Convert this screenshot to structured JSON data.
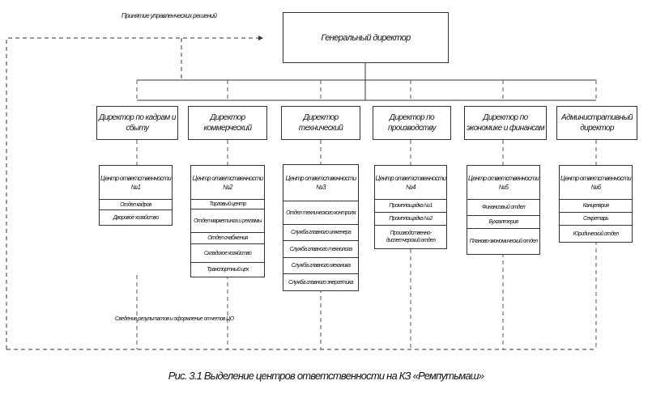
{
  "top_note": "Принятие управленческих решений",
  "general_director": "Генеральный директор",
  "directors": [
    "Директор по кадрам и сбыту",
    "Директор коммерческий",
    "Директор технический",
    "Директор по производству",
    "Директор по экономике и финансам",
    "Административный директор"
  ],
  "centers": [
    {
      "title": "Центр ответственности №1",
      "units": [
        "Отдел кадров",
        "Дворовое хозяйство"
      ]
    },
    {
      "title": "Центр ответственности №2",
      "units": [
        "Торговый центр",
        "Отдел маркетинга и рекламы",
        "Отдел снабжения",
        "Складское хозяйство",
        "Транспортный цех"
      ]
    },
    {
      "title": "Центр ответственности №3",
      "units": [
        "Отдел технического контроля",
        "Служба главного инженера",
        "Служба главного технолога",
        "Служба главного механика",
        "Служба главного энергетика"
      ]
    },
    {
      "title": "Центр ответственности №4",
      "units": [
        "Промплощадка №1",
        "Промплощадка №2",
        "Производственно-диспетчерский отдел"
      ]
    },
    {
      "title": "Центр ответственности №5",
      "units": [
        "Финансовый отдел",
        "Бухгалтерия",
        "Планово-экономический отдел"
      ]
    },
    {
      "title": "Центр ответственности №6",
      "units": [
        "Канцелярия",
        "Секретарь",
        "Юридический отдел"
      ]
    }
  ],
  "bottom_note": "Сведение результатов и оформление отчетов ЦО",
  "caption": "Рис. 3.1 Выделение центров ответственности на КЗ «Ремпутьмаш»"
}
